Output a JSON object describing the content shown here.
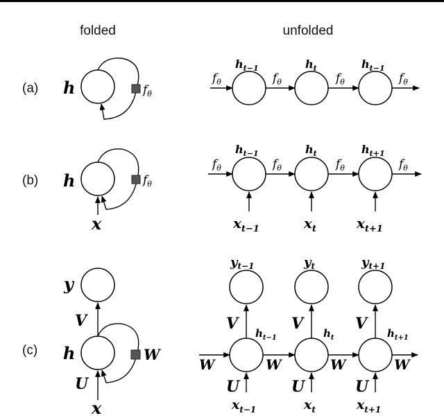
{
  "headers": {
    "folded": "folded",
    "unfolded": "unfolded"
  },
  "panels": {
    "a": {
      "label": "(a)",
      "folded": {
        "state": "h",
        "fn": "f",
        "fn_sub": "θ"
      },
      "unfolded": {
        "nodes": [
          {
            "var": "h",
            "sub": "t−1"
          },
          {
            "var": "h",
            "sub": "t"
          },
          {
            "var": "h",
            "sub": "t−1"
          }
        ],
        "edge_fn": "f",
        "edge_sub": "θ"
      }
    },
    "b": {
      "label": "(b)",
      "folded": {
        "state": "h",
        "input": "x",
        "fn": "f",
        "fn_sub": "θ"
      },
      "unfolded": {
        "nodes": [
          {
            "var": "h",
            "sub": "t−1",
            "in": "x",
            "in_sub": "t−1"
          },
          {
            "var": "h",
            "sub": "t",
            "in": "x",
            "in_sub": "t"
          },
          {
            "var": "h",
            "sub": "t+1",
            "in": "x",
            "in_sub": "t+1"
          }
        ],
        "edge_fn": "f",
        "edge_sub": "θ"
      }
    },
    "c": {
      "label": "(c)",
      "folded": {
        "state": "h",
        "input": "x",
        "output": "y",
        "U": "U",
        "V": "V",
        "W": "W"
      },
      "unfolded": {
        "nodes": [
          {
            "var": "h",
            "sub": "t−1",
            "in": "x",
            "in_sub": "t−1",
            "out": "y",
            "out_sub": "t−1"
          },
          {
            "var": "h",
            "sub": "t",
            "in": "x",
            "in_sub": "t",
            "out": "y",
            "out_sub": "t"
          },
          {
            "var": "h",
            "sub": "t+1",
            "in": "x",
            "in_sub": "t+1",
            "out": "y",
            "out_sub": "t+1"
          }
        ],
        "U": "U",
        "V": "V",
        "W": "W"
      }
    }
  }
}
